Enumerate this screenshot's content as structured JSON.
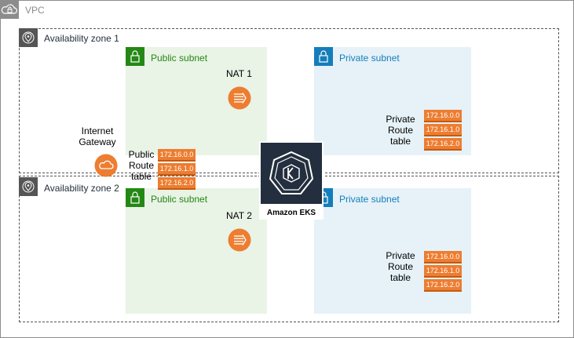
{
  "vpc": {
    "label": "VPC",
    "icon": "cloud-lock-icon"
  },
  "az1": {
    "label": "Availability zone 1",
    "public_subnet": {
      "label": "Public subnet",
      "nat_label": "NAT 1"
    },
    "private_subnet": {
      "label": "Private subnet",
      "route_table": {
        "label_lines": [
          "Private",
          "Route",
          "table"
        ],
        "entries": [
          "172.16.0.0",
          "172.16.1.0",
          "172.16.2.0"
        ]
      }
    }
  },
  "az2": {
    "label": "Availability zone 2",
    "public_subnet": {
      "label": "Public subnet",
      "nat_label": "NAT 2"
    },
    "private_subnet": {
      "label": "Private subnet",
      "route_table": {
        "label_lines": [
          "Private",
          "Route",
          "table"
        ],
        "entries": [
          "172.16.0.0",
          "172.16.1.0",
          "172.16.2.0"
        ]
      }
    }
  },
  "internet_gateway": {
    "label_lines": [
      "Internet",
      "Gateway"
    ],
    "icon": "cloud-icon",
    "color": "#ed7d31"
  },
  "public_route_table": {
    "label_lines": [
      "Public",
      "Route",
      "table"
    ],
    "entries": [
      "172.16.0.0",
      "172.16.1.0",
      "172.16.2.0"
    ]
  },
  "eks": {
    "label": "Amazon EKS",
    "icon": "kubernetes-icon",
    "color": "#232f3e"
  },
  "colors": {
    "public": "#248814",
    "private": "#147eba",
    "accent": "#ed7d31",
    "vpc_gray": "#8c8c8c"
  }
}
